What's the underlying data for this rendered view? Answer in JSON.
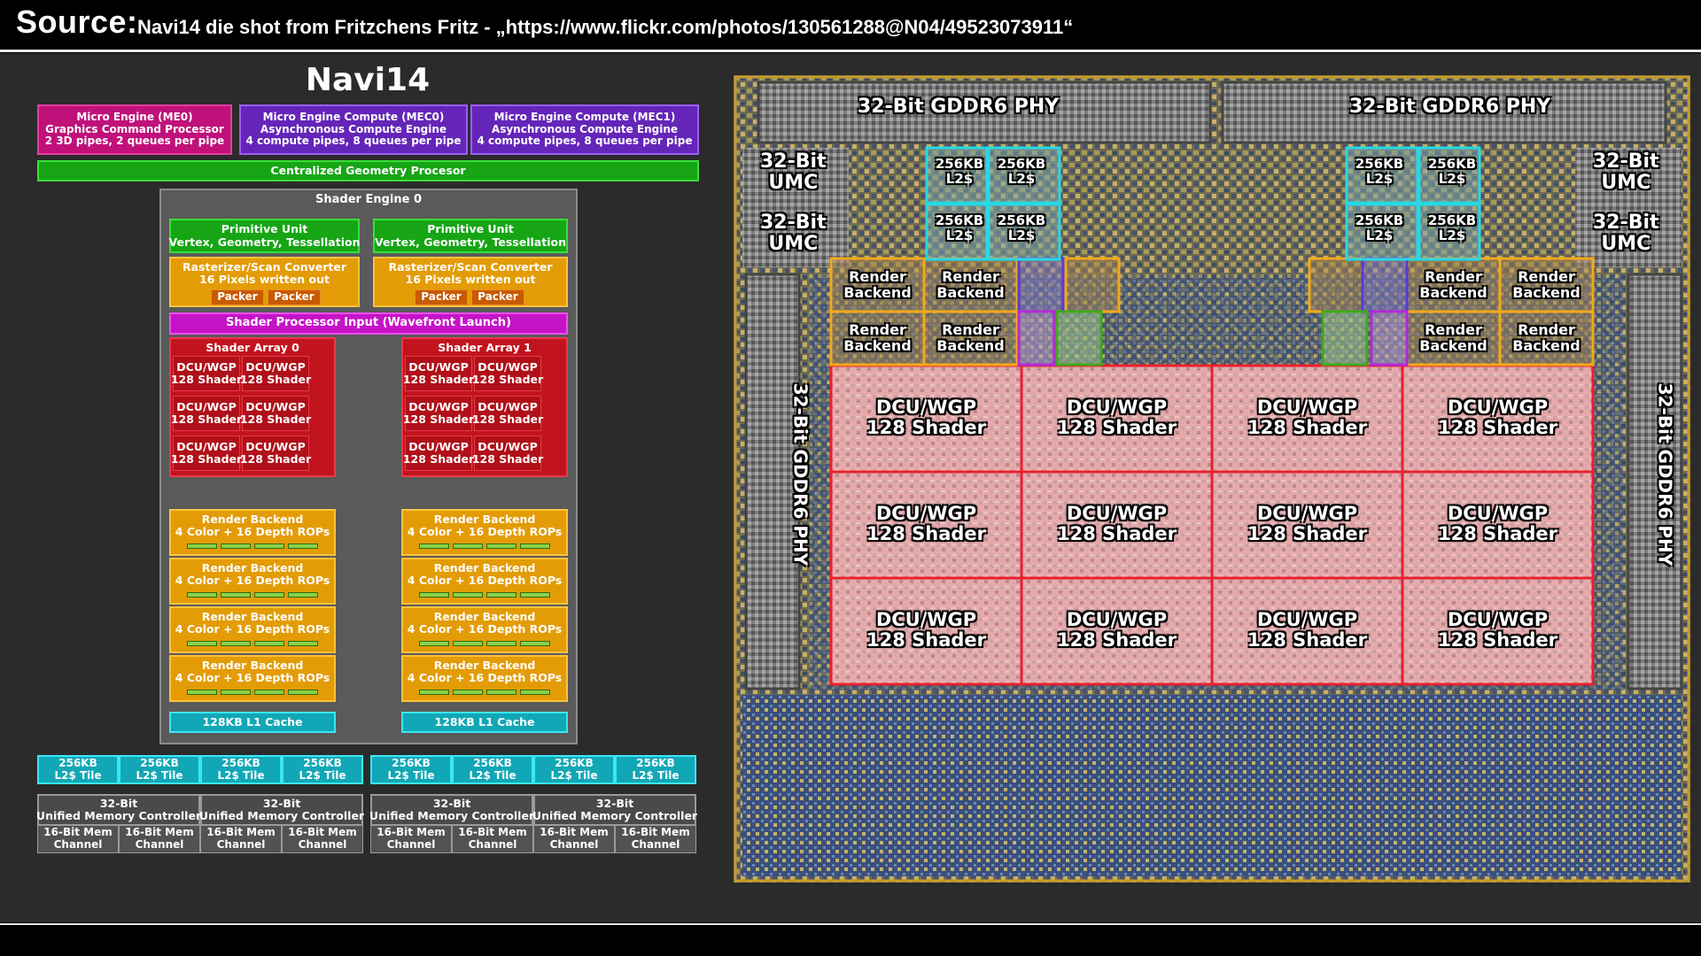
{
  "source": {
    "label": "Source:",
    "text": "Navi14 die shot from Fritzchens Fritz - „https://www.flickr.com/photos/130561288@N04/49523073911“"
  },
  "diagram": {
    "title": "Navi14",
    "me0": {
      "l1": "Micro Engine (ME0)",
      "l2": "Graphics Command Processor",
      "l3": "2 3D pipes, 2 queues per pipe"
    },
    "mec0": {
      "l1": "Micro Engine Compute (MEC0)",
      "l2": "Asynchronous Compute Engine",
      "l3": "4 compute pipes, 8 queues per pipe"
    },
    "mec1": {
      "l1": "Micro Engine Compute (MEC1)",
      "l2": "Asynchronous Compute Engine",
      "l3": "4 compute pipes, 8 queues per pipe"
    },
    "geometry": "Centralized Geometry Procesor",
    "shader_engine": "Shader Engine 0",
    "primitive": {
      "l1": "Primitive Unit",
      "l2": "Vertex, Geometry, Tessellation"
    },
    "rasterizer": {
      "l1": "Rasterizer/Scan Converter",
      "l2": "16 Pixels written out",
      "packer": "Packer"
    },
    "spi": "Shader Processor Input (Wavefront Launch)",
    "shader_array_0": "Shader Array 0",
    "shader_array_1": "Shader Array 1",
    "dcu": {
      "l1": "DCU/WGP",
      "l2": "128 Shader"
    },
    "render_backend": {
      "l1": "Render Backend",
      "l2": "4 Color + 16 Depth ROPs"
    },
    "l1_cache": "128KB L1 Cache",
    "l2_tile": {
      "l1": "256KB",
      "l2": "L2$ Tile"
    },
    "umc": {
      "l1": "32-Bit",
      "l2": "Unified Memory Controller"
    },
    "mem_channel": {
      "l1": "16-Bit Mem",
      "l2": "Channel"
    }
  },
  "die": {
    "phy_h": "32-Bit GDDR6 PHY",
    "phy_v": "32-Bit GDDR6 PHY",
    "umc": {
      "l1": "32-Bit",
      "l2": "UMC"
    },
    "l2": {
      "l1": "256KB",
      "l2": "L2$"
    },
    "rb": {
      "l1": "Render",
      "l2": "Backend"
    },
    "dcu": {
      "l1": "DCU/WGP",
      "l2": "128 Shader"
    }
  },
  "colors": {
    "magenta": "#c0117a",
    "purple": "#6425b8",
    "green": "#17a516",
    "orange": "#e39c06",
    "red": "#c2141e",
    "cyan": "#12a7b6",
    "spi": "#c514c8",
    "packer": "#c85a00"
  }
}
